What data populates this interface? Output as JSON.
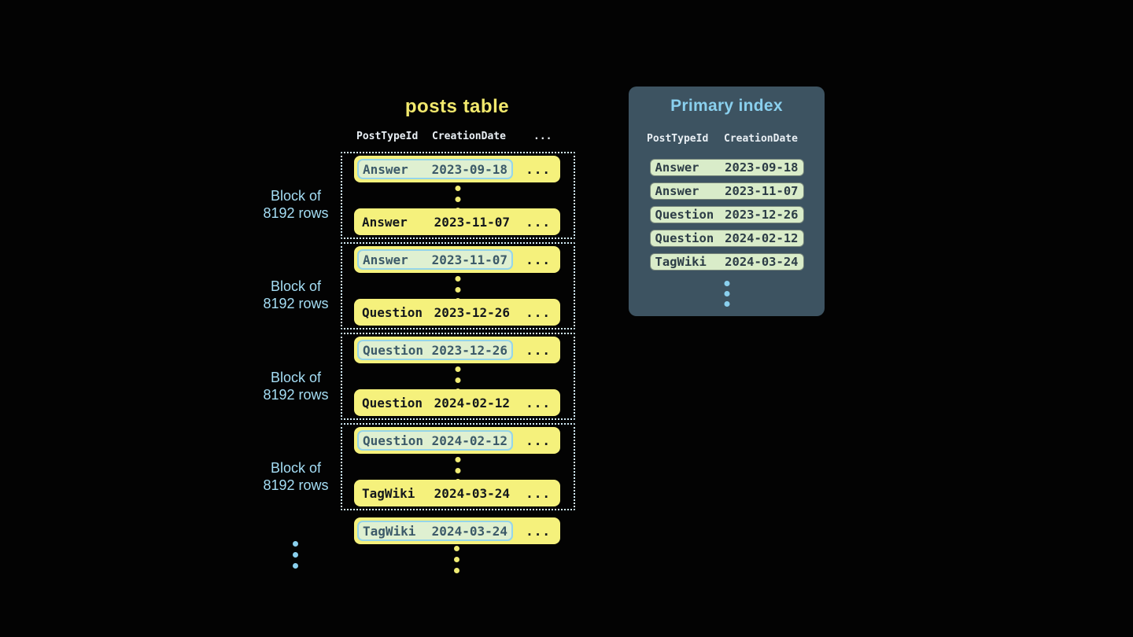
{
  "colors": {
    "background": "#030303",
    "row_yellow": "#f5f17c",
    "title_yellow": "#f2e96d",
    "highlight_green": "#dff0d1",
    "highlight_border_blue": "#95d5ea",
    "block_dotted_border": "#d4edf7",
    "panel_background": "#3d5361",
    "accent_blue": "#8ad0ee",
    "label_blue": "#a5def5",
    "header_text": "#e9eff4"
  },
  "posts_table": {
    "title": "posts table",
    "headers": {
      "col1": "PostTypeId",
      "col2": "CreationDate",
      "col3": "..."
    },
    "ellipsis": "...",
    "block_label": {
      "line1": "Block of",
      "line2": "8192 rows"
    },
    "blocks": [
      {
        "first": {
          "type": "Answer",
          "date": "2023-09-18"
        },
        "last": {
          "type": "Answer",
          "date": "2023-11-07"
        }
      },
      {
        "first": {
          "type": "Answer",
          "date": "2023-11-07"
        },
        "last": {
          "type": "Question",
          "date": "2023-12-26"
        }
      },
      {
        "first": {
          "type": "Question",
          "date": "2023-12-26"
        },
        "last": {
          "type": "Question",
          "date": "2024-02-12"
        }
      },
      {
        "first": {
          "type": "Question",
          "date": "2024-02-12"
        },
        "last": {
          "type": "TagWiki",
          "date": "2024-03-24"
        }
      }
    ],
    "trailing_row": {
      "type": "TagWiki",
      "date": "2024-03-24"
    }
  },
  "primary_index": {
    "title": "Primary index",
    "headers": {
      "col1": "PostTypeId",
      "col2": "CreationDate"
    },
    "rows": [
      {
        "type": "Answer",
        "date": "2023-09-18"
      },
      {
        "type": "Answer",
        "date": "2023-11-07"
      },
      {
        "type": "Question",
        "date": "2023-12-26"
      },
      {
        "type": "Question",
        "date": "2024-02-12"
      },
      {
        "type": "TagWiki",
        "date": "2024-03-24"
      }
    ]
  }
}
